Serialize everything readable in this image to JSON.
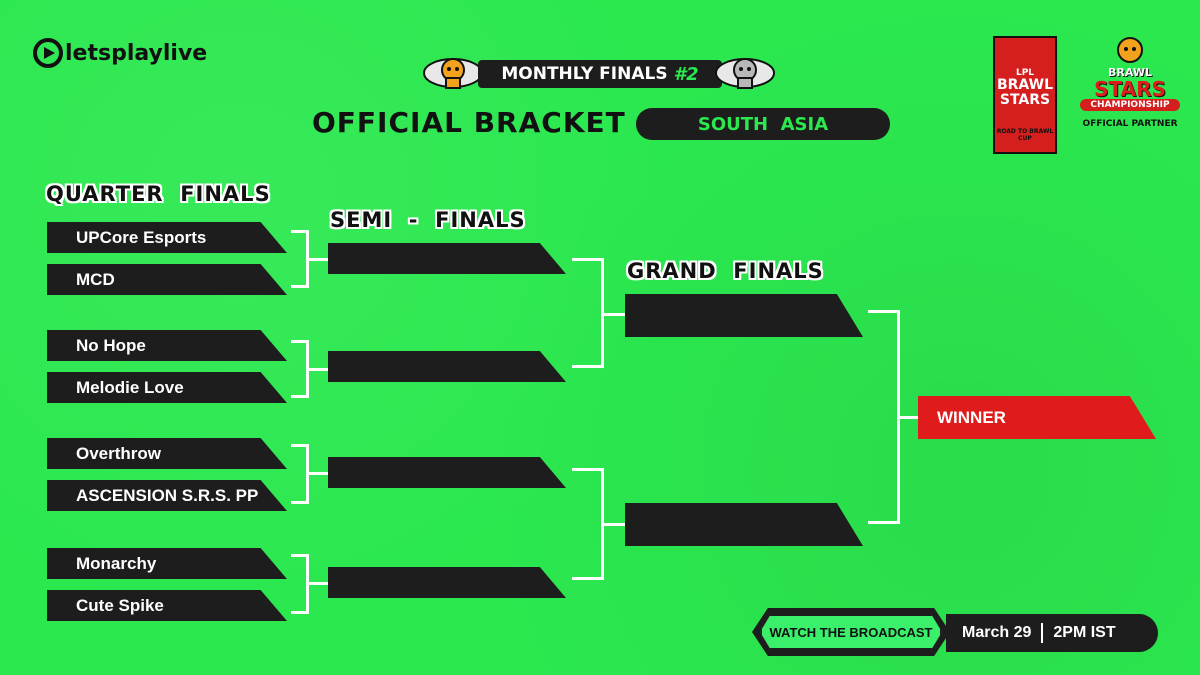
{
  "brand": {
    "name": "letsplaylive"
  },
  "header": {
    "event": "MONTHLY FINALS",
    "event_number": "#2",
    "title": "OFFICIAL BRACKET",
    "region": "SOUTH  ASIA"
  },
  "partner_logos": {
    "brawl_cup": [
      "LPL",
      "BRAWL",
      "STARS",
      "ROAD TO BRAWL CUP"
    ],
    "championship": [
      "BRAWL",
      "STARS",
      "CHAMPIONSHIP"
    ],
    "partner_label": "OFFICIAL PARTNER"
  },
  "rounds": {
    "quarter_finals": "QUARTER  FINALS",
    "semi_finals": "SEMI  -  FINALS",
    "grand_finals": "GRAND  FINALS"
  },
  "teams": [
    "UPCore Esports",
    "MCD",
    "No Hope",
    "Melodie Love",
    "Overthrow",
    "ASCENSION S.R.S. PP",
    "Monarchy",
    "Cute Spike"
  ],
  "winner_label": "WINNER",
  "footer": {
    "watch_button": "WATCH THE BROADCAST",
    "date": "March 29",
    "time": "2PM IST"
  },
  "colors": {
    "background": "#2be84f",
    "slot": "#1d1d1d",
    "winner": "#e01b1b",
    "line": "#ffffff"
  }
}
